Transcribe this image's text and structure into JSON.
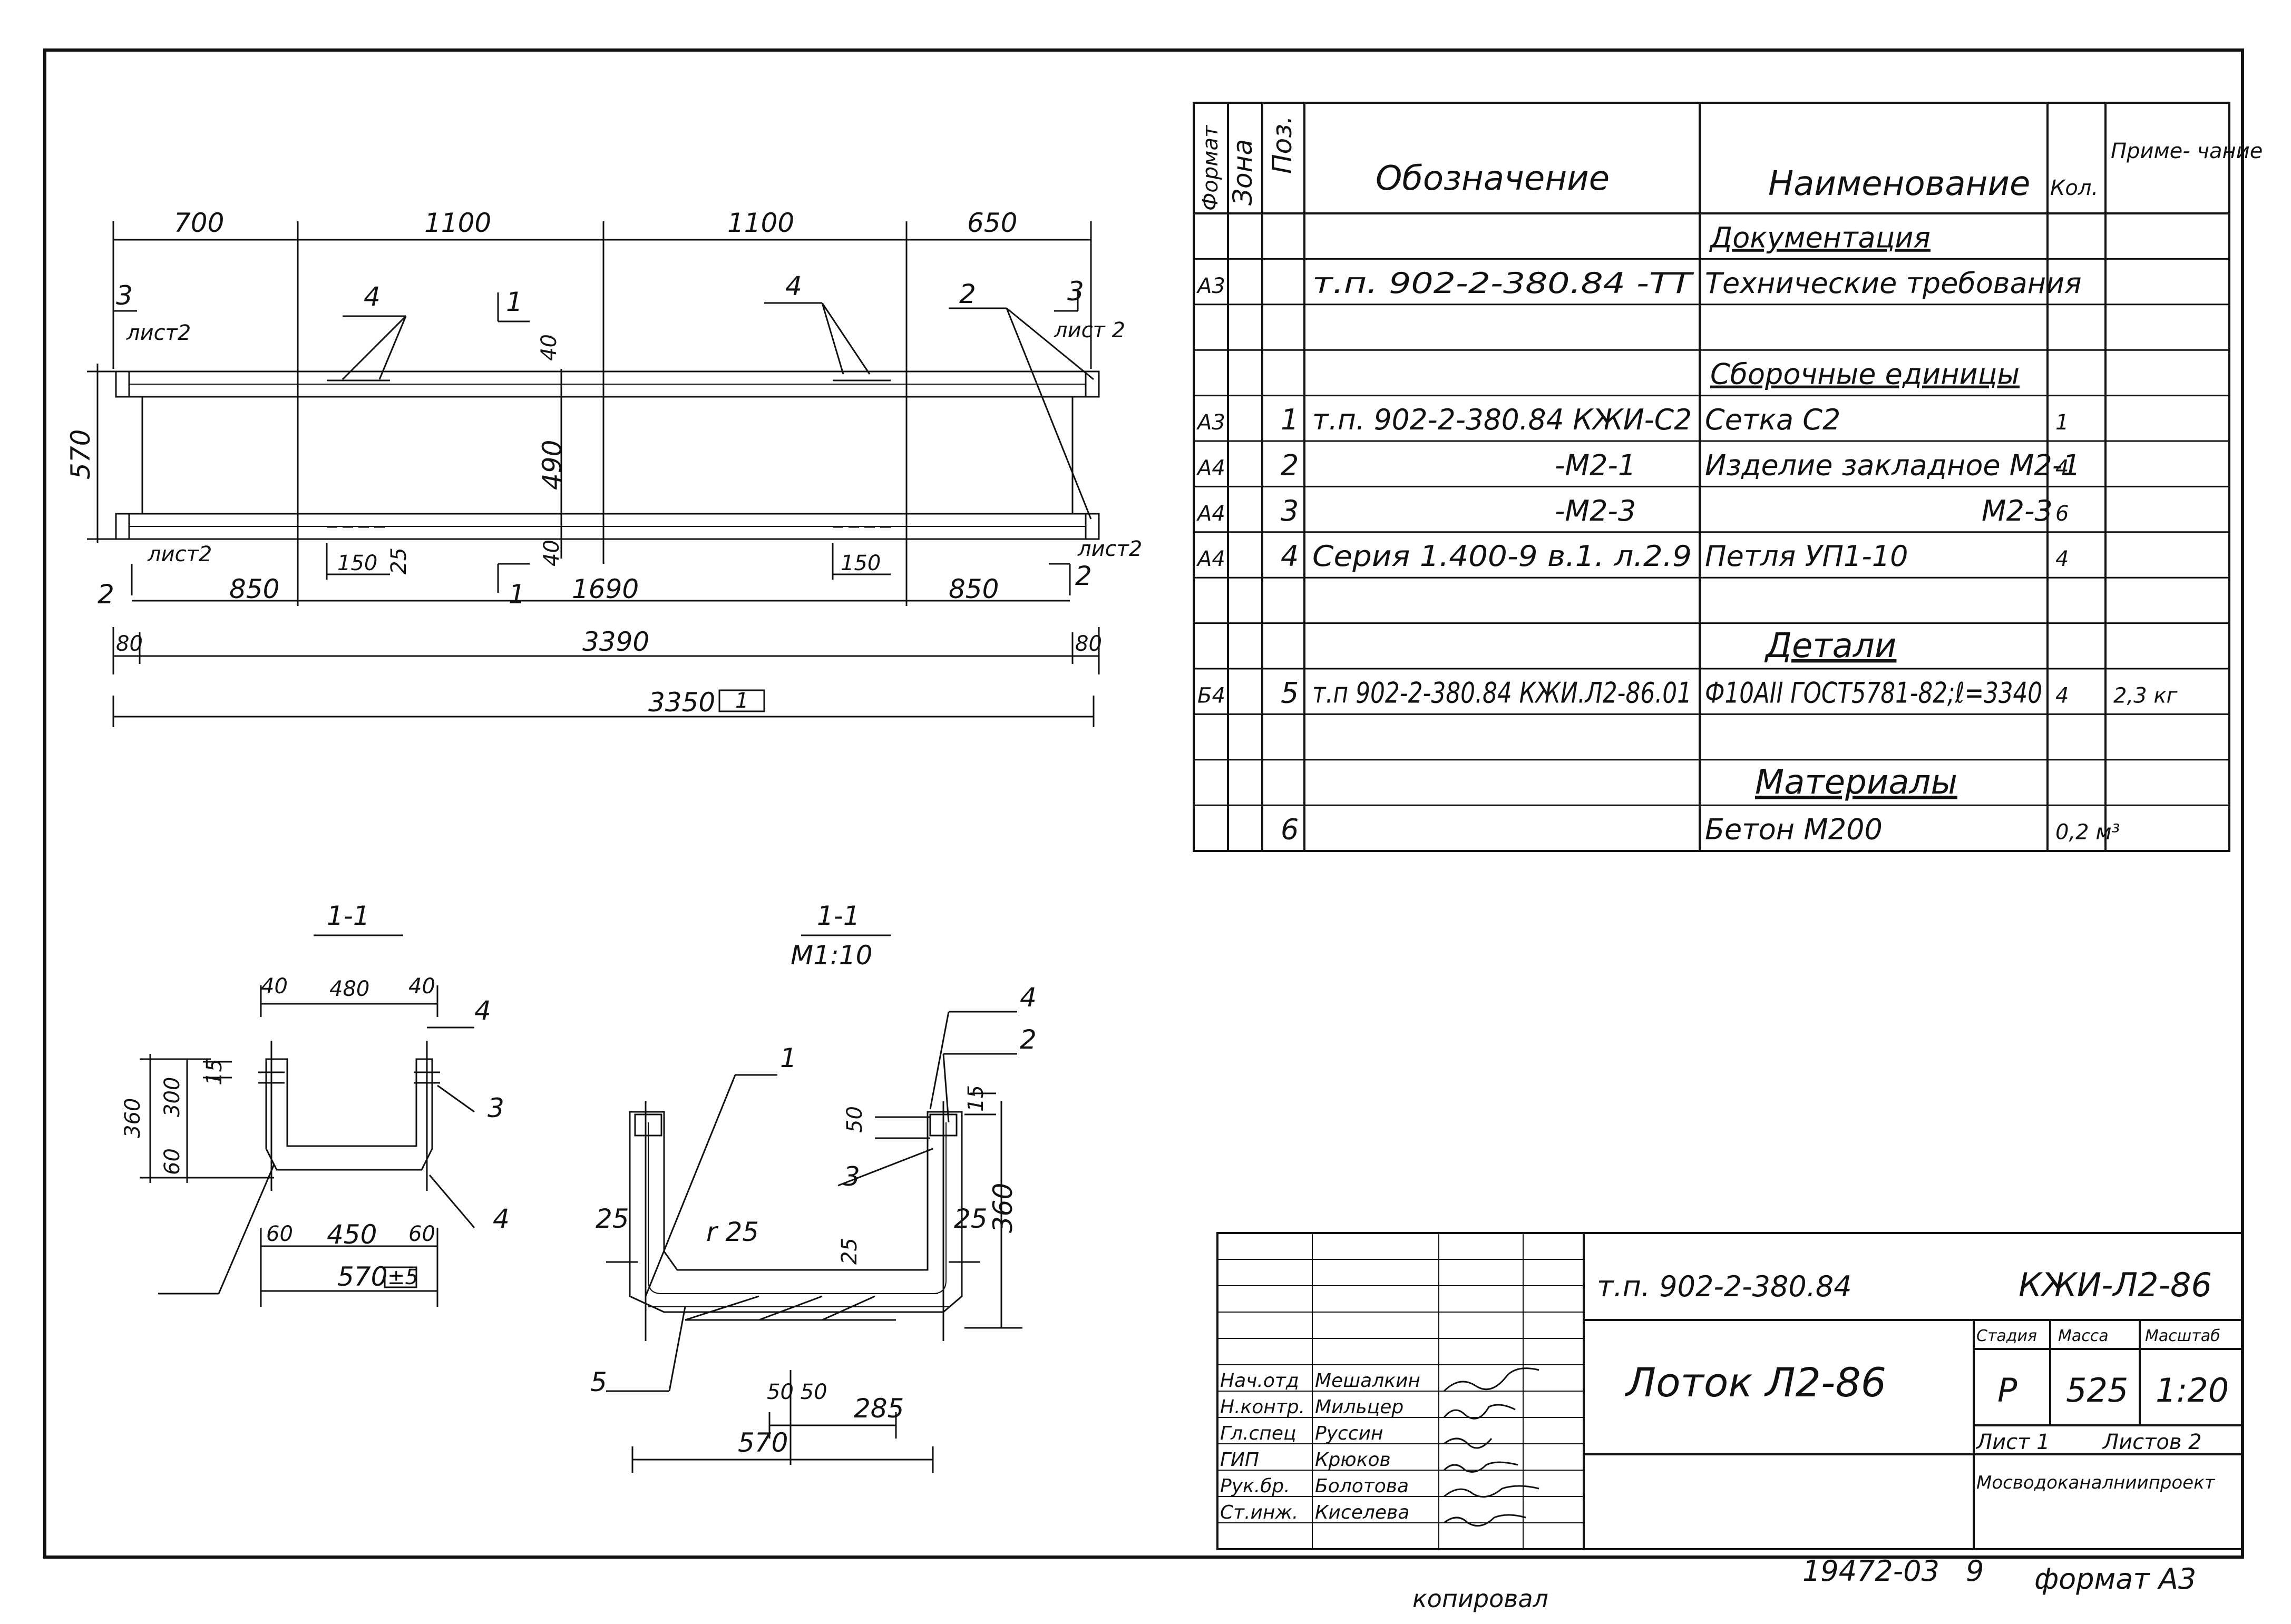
{
  "plan": {
    "top_dims": [
      "700",
      "1100",
      "1100",
      "650"
    ],
    "bottom_dims": [
      "850",
      "1690",
      "850"
    ],
    "dim_80_left": "80",
    "dim_80_right": "80",
    "total_3390": "3390",
    "total_3350": "3350",
    "box_1": "1",
    "height_570": "570",
    "inner_490": "490",
    "edge_40_top": "40",
    "edge_40_bottom": "40",
    "dim_150_left": "150",
    "dim_150_right": "150",
    "dim_25": "25",
    "pos_4_left": "4",
    "pos_4_right": "4",
    "pos_2": "2",
    "sec_1_top": "1",
    "sec_1_bottom": "1",
    "sec_3_left": "3",
    "sec_3_right": "3",
    "sec_2_left": "2",
    "sec_2_right": "2",
    "list2_tl": "лист2",
    "list2_tr": "лист 2",
    "list2_bl": "лист2",
    "list2_br": "лист2"
  },
  "section_small": {
    "title": "1-1",
    "w40_l": "40",
    "w480": "480",
    "w40_r": "40",
    "h360": "360",
    "h300": "300",
    "h60": "60",
    "h15": "15",
    "b60_l": "60",
    "b450": "450",
    "b60_r": "60",
    "b570": "570",
    "b570_box": "±5",
    "pos4_top": "4",
    "pos3": "3",
    "pos4_bottom": "4"
  },
  "section_large": {
    "title": "1-1",
    "scale": "M1:10",
    "pos1": "1",
    "pos4": "4",
    "pos2": "2",
    "pos3": "3",
    "pos5": "5",
    "d50": "50",
    "d15": "15",
    "d25_l": "25",
    "d25_r": "25",
    "r25": "r 25",
    "d25_b": "25",
    "d360": "360",
    "d5050": "50 50",
    "d285": "285",
    "d570": "570"
  },
  "spec_table": {
    "headers": {
      "format": "Формат",
      "zone": "Зона",
      "pos": "Поз.",
      "designation": "Обозначение",
      "name": "Наименование",
      "qty": "Кол.",
      "note": "Приме- чание"
    },
    "rows": [
      {
        "format": "",
        "zone": "",
        "pos": "",
        "designation": "",
        "name": "Документация",
        "qty": "",
        "note": ""
      },
      {
        "format": "А3",
        "zone": "",
        "pos": "",
        "designation": "т.п. 902-2-380.84          -ТТ",
        "name": "Технические требования",
        "qty": "",
        "note": ""
      },
      {
        "format": "",
        "zone": "",
        "pos": "",
        "designation": "",
        "name": "",
        "qty": "",
        "note": ""
      },
      {
        "format": "",
        "zone": "",
        "pos": "",
        "designation": "",
        "name": "Сборочные единицы",
        "qty": "",
        "note": ""
      },
      {
        "format": "А3",
        "zone": "",
        "pos": "1",
        "designation": "т.п. 902-2-380.84  КЖИ-С2",
        "name": "Сетка С2",
        "qty": "1",
        "note": ""
      },
      {
        "format": "А4",
        "zone": "",
        "pos": "2",
        "designation": "-М2-1",
        "name": "Изделие закладное М2-1",
        "qty": "4",
        "note": ""
      },
      {
        "format": "А4",
        "zone": "",
        "pos": "3",
        "designation": "-М2-3",
        "name": "М2-3",
        "qty": "6",
        "note": ""
      },
      {
        "format": "А4",
        "zone": "",
        "pos": "4",
        "designation": "Серия 1.400-9 в.1. л.2.9",
        "name": "Петля УП1-10",
        "qty": "4",
        "note": ""
      },
      {
        "format": "",
        "zone": "",
        "pos": "",
        "designation": "",
        "name": "",
        "qty": "",
        "note": ""
      },
      {
        "format": "",
        "zone": "",
        "pos": "",
        "designation": "",
        "name": "Детали",
        "qty": "",
        "note": ""
      },
      {
        "format": "Б4",
        "zone": "",
        "pos": "5",
        "designation": "т.п 902-2-380.84 КЖИ.Л2-86.01",
        "name": "Ф10АII ГОСТ5781-82;ℓ=3340",
        "qty": "4",
        "note": "2,3 кг"
      },
      {
        "format": "",
        "zone": "",
        "pos": "",
        "designation": "",
        "name": "",
        "qty": "",
        "note": ""
      },
      {
        "format": "",
        "zone": "",
        "pos": "",
        "designation": "",
        "name": "Материалы",
        "qty": "",
        "note": ""
      },
      {
        "format": "",
        "zone": "",
        "pos": "6",
        "designation": "",
        "name": "Бетон  М200",
        "qty": "0,2 м³",
        "note": ""
      }
    ]
  },
  "title_block": {
    "code": "т.п. 902-2-380.84",
    "sheet_code": "КЖИ-Л2-86",
    "title": "Лоток  Л2-86",
    "stage_label": "Стадия",
    "mass_label": "Масса",
    "scale_label": "Масштаб",
    "stage": "Р",
    "mass": "525",
    "scale": "1:20",
    "sheet_label": "Лист 1",
    "sheets_label": "Листов 2",
    "org": "Мосводоканалниипроект",
    "staff": [
      {
        "role": "Нач.отд",
        "name": "Мешалкин"
      },
      {
        "role": "Н.контр.",
        "name": "Мильцер"
      },
      {
        "role": "Гл.спец",
        "name": "Руссин"
      },
      {
        "role": "ГИП",
        "name": "Крюков"
      },
      {
        "role": "Рук.бр.",
        "name": "Болотова"
      },
      {
        "role": "Ст.инж.",
        "name": "Киселева"
      }
    ]
  },
  "footer": {
    "copied": "копировал",
    "inventory": "19472-03",
    "sheet_no": "9",
    "format": "формат А3"
  }
}
